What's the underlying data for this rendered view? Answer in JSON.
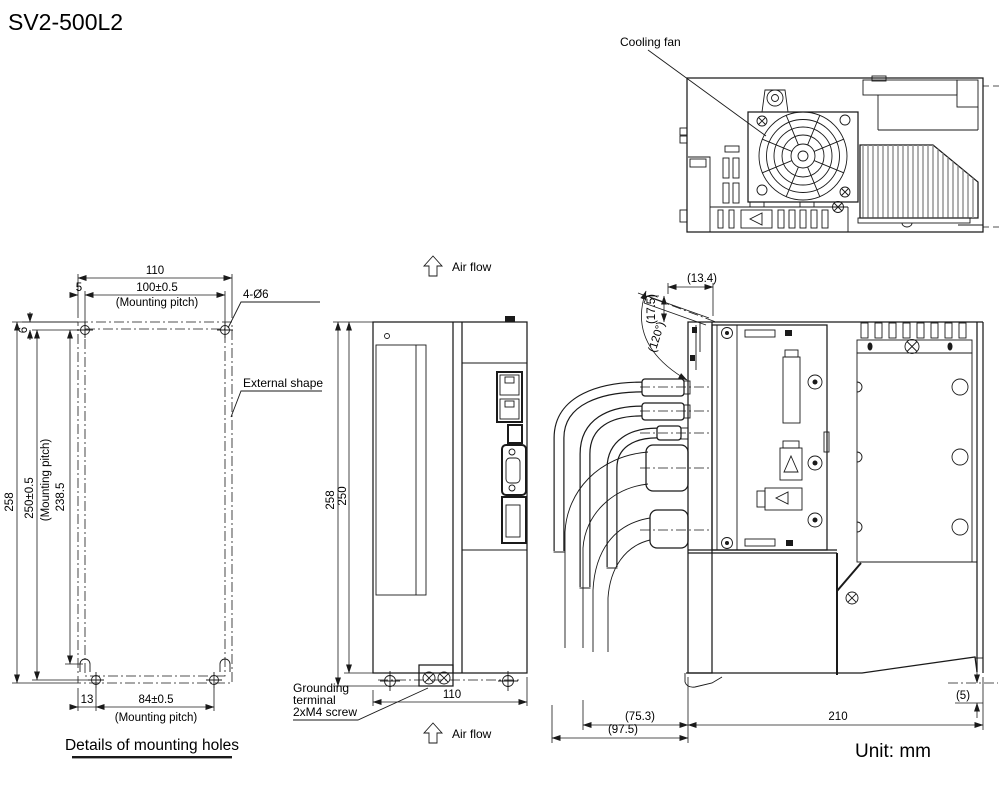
{
  "title": "SV2-500L2",
  "unit_note": "Unit: mm",
  "labels": {
    "cooling_fan": "Cooling fan",
    "external_shape": "External shape",
    "air_flow": "Air flow",
    "grounding_line1": "Grounding",
    "grounding_line2": "terminal",
    "grounding_line3": "2xM4 screw",
    "mounting_caption": "Details of mounting holes",
    "mounting_pitch": "(Mounting pitch)"
  },
  "dimensions": {
    "mounting_view": {
      "width_total": "110",
      "edge_offset_top": "5",
      "pitch_horizontal": "100±0.5",
      "holes": "4-Ø6",
      "hole_top_offset": "6",
      "height_total": "258",
      "pitch_vertical": "250±0.5",
      "height_inner": "238.5",
      "edge_offset_bottom": "13",
      "pitch_bottom": "84±0.5"
    },
    "front_view": {
      "height_total": "258",
      "height_body": "250",
      "width": "110"
    },
    "side_view": {
      "top_depth": "(13.4)",
      "top_height": "(17.5)",
      "open_angle": "(120°)",
      "cable_inner": "(75.3)",
      "cable_outer": "(97.5)",
      "depth": "210",
      "bottom_gap": "(5)"
    }
  },
  "colors": {
    "line": "#1a1a1a",
    "hatch": "#8f8f8f",
    "background": "#ffffff"
  }
}
